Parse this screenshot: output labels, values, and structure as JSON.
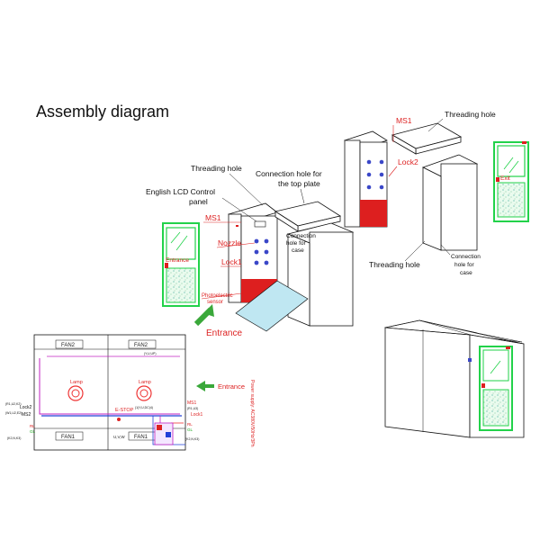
{
  "title": "Assembly diagram",
  "labels": {
    "threading_hole": "Threading hole",
    "connection_top": "Connection hole for the top plate",
    "lcd_panel": "English LCD Control panel",
    "ms1": "MS1",
    "nozzle": "Nozzle",
    "lock1": "Lock1",
    "photo_sensor": "Photoelectric sensor",
    "conn_case": "Connection hole for case",
    "entrance": "Entrance",
    "lock2": "Lock2",
    "exit": "Exit",
    "ms2": "MS2"
  },
  "schematic": {
    "fan2": "FAN2",
    "fan1": "FAN1",
    "lamp": "Lamp",
    "estop": "E-STOP",
    "uvw": "U,V,W",
    "power": "Power supply: AC380V/50Hz/3Ph",
    "entrance": "Entrance",
    "lock1": "Lock1",
    "lock2": "Lock2",
    "ms1": "MS1",
    "ms2": "MS2",
    "rl": "RL",
    "gl": "GL",
    "tags": [
      "(R1,U2,K2)",
      "(W1,U2,E2)",
      "(R1,U3)",
      "(R1,U2)",
      "(R2,U3)",
      "(R1,U3)",
      "(R1,K2)",
      "(K2,N,K3)",
      "(K2,N,K3)",
      "(Y,U,UP)",
      "(1(Y,U,DC)4)"
    ]
  },
  "colors": {
    "door_green": "#22d24a",
    "red": "#dd1f1f",
    "blue_dot": "#3a47c8",
    "arrow_green": "#3aa83a",
    "wire_blue": "#2140d8",
    "wire_magenta": "#c020c0"
  }
}
